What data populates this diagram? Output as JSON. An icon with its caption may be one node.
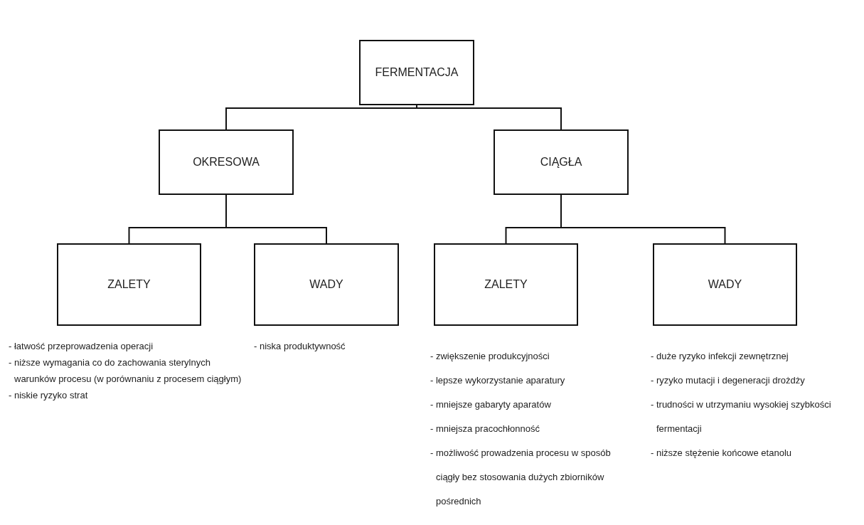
{
  "diagram": {
    "nodes": [
      {
        "text": [
          "FERMENTACJA"
        ]
      },
      {
        "text": [
          "OKRESOWA"
        ]
      },
      {
        "text": [
          "CIĄGŁA"
        ]
      },
      {
        "text": [
          "ZALETY"
        ],
        "beside": [
          "- łatwość przeprowadzenia operacji",
          "- niższe wymagania co do zachowania sterylnych warunków procesu (w porównaniu z procesem ciągłym)",
          "- niskie ryzyko strat"
        ]
      },
      {
        "text": [
          "WADY"
        ],
        "beside": [
          "- niska produktywność"
        ]
      },
      {
        "text": [
          "ZALETY"
        ],
        "beside": [
          "- zwiększenie produkcyjności",
          "- lepsze wykorzystanie aparatury",
          "- mniejsze gabaryty aparatów",
          "- mniejsza pracochłonność",
          "- możliwość prowadzenia procesu w sposób ciągły bez stosowania dużych zbiorników pośrednich"
        ]
      },
      {
        "text": [
          "WADY"
        ],
        "beside": [
          "- duże ryzyko infekcji zewnętrznej",
          "- ryzyko mutacji i degeneracji drożdży",
          "- trudności w utrzymaniu wysokiej szybkości fermentacji",
          "- niższe stężenie końcowe etanolu"
        ]
      }
    ],
    "edges": [
      {
        "from": 0,
        "to": 1,
        "arrow": "none"
      },
      {
        "from": 0,
        "to": 2,
        "arrow": "none"
      },
      {
        "from": 1,
        "to": 3,
        "arrow": "none"
      },
      {
        "from": 1,
        "to": 4,
        "arrow": "none"
      },
      {
        "from": 2,
        "to": 5,
        "arrow": "none"
      },
      {
        "from": 2,
        "to": 6,
        "arrow": "none"
      }
    ]
  }
}
